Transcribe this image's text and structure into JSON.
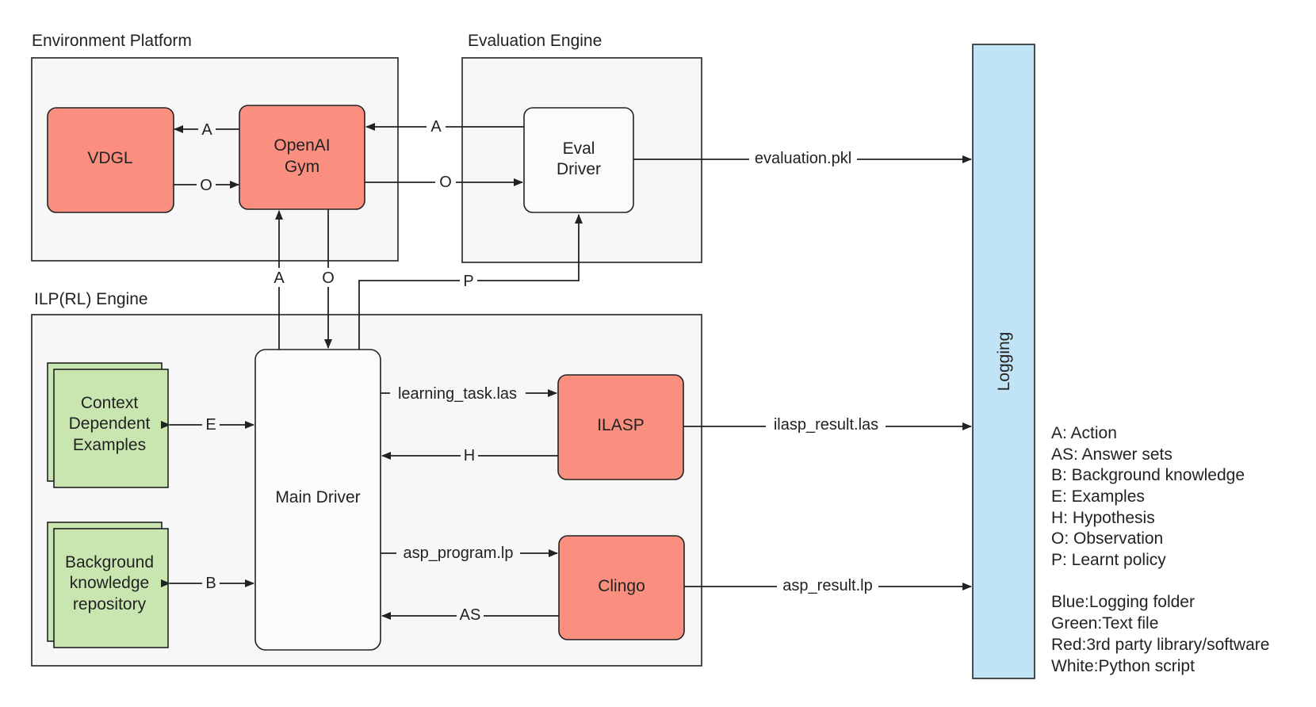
{
  "groups": {
    "environment": "Environment Platform",
    "evaluation": "Evaluation Engine",
    "ilp": "ILP(RL) Engine"
  },
  "nodes": {
    "vdgl": "VDGL",
    "gym_line1": "OpenAI",
    "gym_line2": "Gym",
    "eval_line1": "Eval",
    "eval_line2": "Driver",
    "main_driver": "Main Driver",
    "ilasp": "ILASP",
    "clingo": "Clingo",
    "context_line1": "Context",
    "context_line2": "Dependent",
    "context_line3": "Examples",
    "bg_line1": "Background",
    "bg_line2": "knowledge",
    "bg_line3": "repository",
    "logging": "Logging"
  },
  "edges": {
    "gym_to_vdgl": "A",
    "vdgl_to_gym": "O",
    "eval_to_gym": "A",
    "gym_to_eval": "O",
    "main_to_gym": "A",
    "gym_to_main": "O",
    "policy": "P",
    "eval_log": "evaluation.pkl",
    "learning_task": "learning_task.las",
    "hypothesis": "H",
    "ilasp_log": "ilasp_result.las",
    "asp_program": "asp_program.lp",
    "answer_sets": "AS",
    "clingo_log": "asp_result.lp",
    "examples": "E",
    "background": "B"
  },
  "legend": {
    "abbreviations": [
      "A: Action",
      "AS: Answer sets",
      "B: Background knowledge",
      "E: Examples",
      "H: Hypothesis",
      "O: Observation",
      "P: Learnt policy"
    ],
    "colors": [
      "Blue:Logging folder",
      "Green:Text file",
      "Red:3rd party library/software",
      "White:Python script"
    ]
  },
  "colors": {
    "third_party": "#fa8f7f",
    "python_script": "#fbfbfb",
    "text_file": "#c9e6b1",
    "logging_folder": "#c1e3f6",
    "panel": "#f7f7f7"
  }
}
